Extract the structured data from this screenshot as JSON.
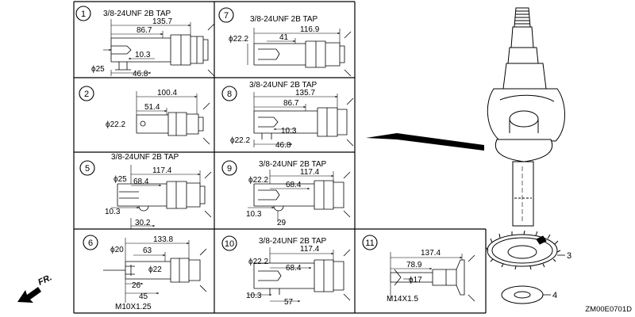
{
  "diagram_code": "ZM00E0701D",
  "front_label": "FR.",
  "callouts": {
    "gear": "3",
    "washer": "4"
  },
  "panels": [
    {
      "num": "1",
      "tap": "3/8-24UNF 2B TAP",
      "dims": [
        "135.7",
        "86.7",
        "10.3",
        "46.8"
      ],
      "dias": [
        "25"
      ],
      "thread": ""
    },
    {
      "num": "2",
      "tap": "",
      "dims": [
        "100.4",
        "51.4"
      ],
      "dias": [
        "22.2"
      ],
      "thread": ""
    },
    {
      "num": "5",
      "tap": "3/8-24UNF 2B TAP",
      "dims": [
        "117.4",
        "68.4",
        "10.3",
        "30.2"
      ],
      "dias": [
        "25"
      ],
      "thread": ""
    },
    {
      "num": "6",
      "tap": "",
      "dims": [
        "133.8",
        "63",
        "26",
        "45"
      ],
      "dias": [
        "20",
        "22"
      ],
      "thread": "M10X1.25"
    },
    {
      "num": "7",
      "tap": "3/8-24UNF 2B TAP",
      "dims": [
        "116.9",
        "41"
      ],
      "dias": [
        "22.2"
      ],
      "thread": ""
    },
    {
      "num": "8",
      "tap": "3/8-24UNF 2B TAP",
      "dims": [
        "135.7",
        "86.7",
        "10.3",
        "46.8"
      ],
      "dias": [
        "22.2"
      ],
      "thread": ""
    },
    {
      "num": "9",
      "tap": "3/8-24UNF 2B TAP",
      "dims": [
        "117.4",
        "68.4",
        "10.3",
        "29"
      ],
      "dias": [
        "22.2"
      ],
      "thread": ""
    },
    {
      "num": "10",
      "tap": "3/8-24UNF 2B TAP",
      "dims": [
        "117.4",
        "68.4",
        "10.3",
        "57"
      ],
      "dias": [
        "22.2"
      ],
      "thread": ""
    },
    {
      "num": "11",
      "tap": "",
      "dims": [
        "137.4",
        "78.9"
      ],
      "dias": [
        "17"
      ],
      "thread": "M14X1.5"
    }
  ]
}
